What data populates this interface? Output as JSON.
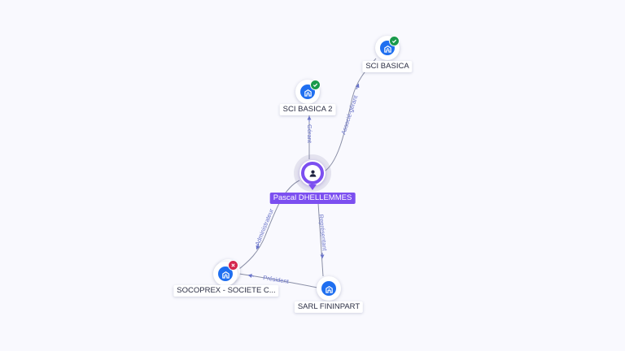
{
  "nodes": {
    "person": {
      "name": "Pascal DHELLEMMES",
      "icon": "person-icon"
    },
    "sci_basica": {
      "name": "SCI BASICA",
      "icon": "building-icon",
      "status": "active"
    },
    "sci_basica_2": {
      "name": "SCI BASICA 2",
      "icon": "building-icon",
      "status": "active"
    },
    "socoprex": {
      "name": "SOCOPREX - SOCIETE C...",
      "icon": "building-icon",
      "status": "closed"
    },
    "sarl_fininpart": {
      "name": "SARL FININPART",
      "icon": "building-icon"
    }
  },
  "edges": [
    {
      "from": "person",
      "to": "sci_basica_2",
      "label": "Gérant"
    },
    {
      "from": "person",
      "to": "sci_basica",
      "label": "Associé-gérant"
    },
    {
      "from": "person",
      "to": "socoprex",
      "label": "Administrateur"
    },
    {
      "from": "person",
      "to": "sarl_fininpart",
      "label": "Représentant"
    },
    {
      "from": "sarl_fininpart",
      "to": "socoprex",
      "label": "Président"
    }
  ],
  "colors": {
    "background": "#f9f9fe",
    "edge": "#8a8fa6",
    "edge_label": "#6a74c9",
    "person": "#7c4ff0",
    "company": "#1f6ff0",
    "status_active": "#1a9a4c",
    "status_closed": "#d4264d"
  }
}
